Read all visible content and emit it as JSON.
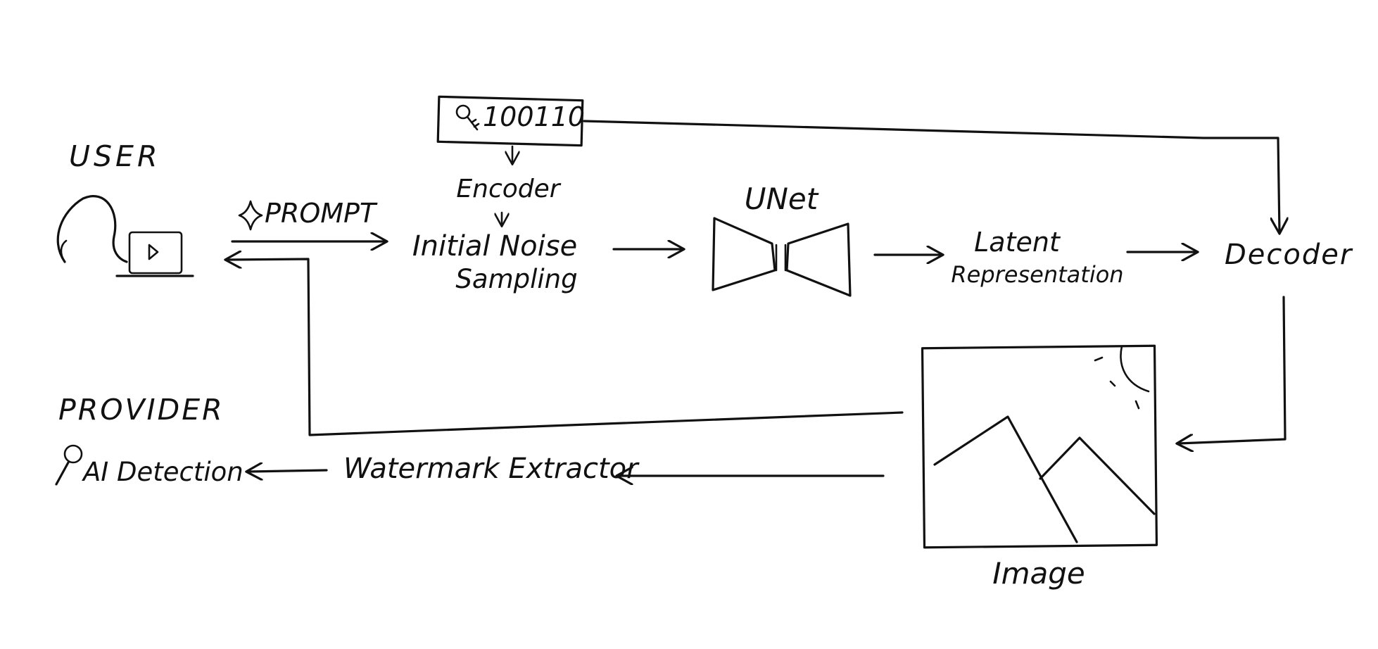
{
  "labels": {
    "user": "USER",
    "provider": "PROVIDER",
    "prompt": "PROMPT",
    "watermark_bits": "100110",
    "encoder": "Encoder",
    "initial_noise_line1": "Initial Noise",
    "initial_noise_line2": "Sampling",
    "unet": "UNet",
    "latent_line1": "Latent",
    "latent_line2": "Representation",
    "decoder": "Decoder",
    "image": "Image",
    "watermark_extractor": "Watermark Extractor",
    "ai_detection": "AI Detection"
  },
  "icons": {
    "user": "user-with-laptop-icon",
    "prompt": "sparkle-icon",
    "key": "key-icon",
    "provider": "search-icon",
    "image": "mountain-landscape-icon"
  },
  "colors": {
    "ink": "#111111",
    "background": "#ffffff"
  }
}
